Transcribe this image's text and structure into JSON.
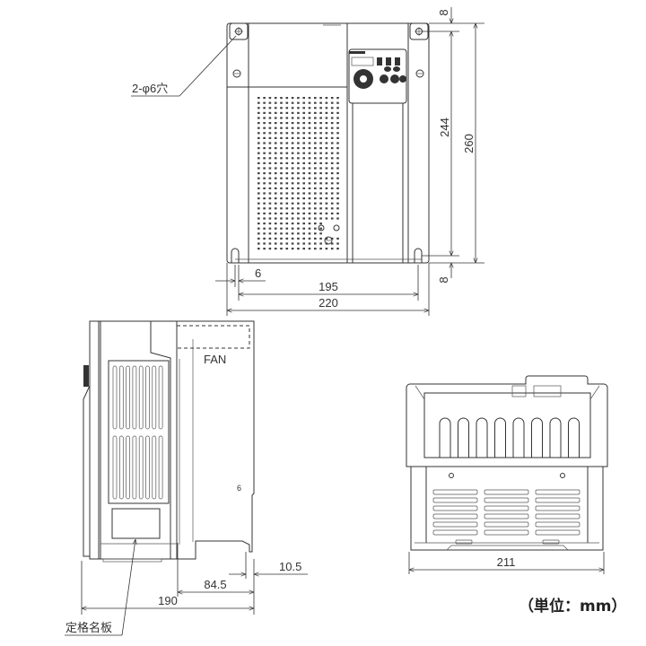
{
  "front_view": {
    "hole_label": "2-φ6穴",
    "dimensions": {
      "top_offset": "8",
      "hole_pitch_vertical": "244",
      "height": "260",
      "bottom_offset": "8",
      "hole_inset": "6",
      "hole_pitch_horizontal": "195",
      "width": "220"
    }
  },
  "side_view": {
    "fan_label": "FAN",
    "small_mark": "6",
    "nameplate_label": "定格名板",
    "dimensions": {
      "rear_step": "10.5",
      "rear_depth": "84.5",
      "depth": "190"
    }
  },
  "bottom_view": {
    "dimensions": {
      "width": "211"
    }
  },
  "unit_label": "（単位：mm）"
}
